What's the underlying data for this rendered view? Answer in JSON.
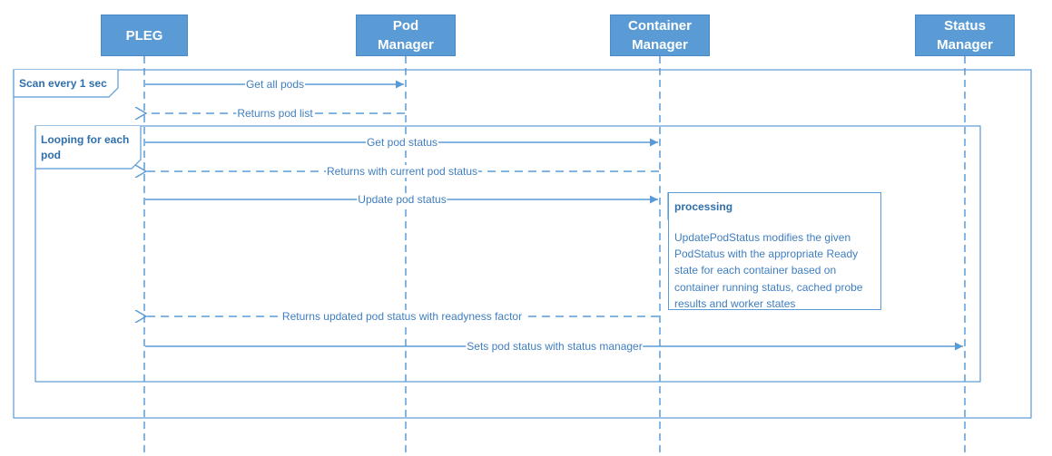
{
  "lifelines": [
    {
      "id": "pleg",
      "label": "PLEG"
    },
    {
      "id": "pod-manager",
      "label": "Pod\nManager"
    },
    {
      "id": "container-manager",
      "label": "Container\nManager"
    },
    {
      "id": "status-manager",
      "label": "Status\nManager"
    }
  ],
  "frames": {
    "outer_label": "Scan every 1 sec",
    "inner_label": "Looping for each\npod"
  },
  "messages": [
    {
      "label": "Get all pods",
      "from": "pleg",
      "to": "pod-manager",
      "style": "solid"
    },
    {
      "label": "Returns pod list",
      "from": "pod-manager",
      "to": "pleg",
      "style": "dashed"
    },
    {
      "label": "Get pod status",
      "from": "pleg",
      "to": "container-manager",
      "style": "solid"
    },
    {
      "label": "Returns with current pod status",
      "from": "container-manager",
      "to": "pleg",
      "style": "dashed"
    },
    {
      "label": "Update pod status",
      "from": "pleg",
      "to": "container-manager",
      "style": "solid"
    },
    {
      "label": "Returns updated pod status with readyness factor",
      "from": "container-manager",
      "to": "pleg",
      "style": "dashed"
    },
    {
      "label": "Sets pod status with status manager",
      "from": "pleg",
      "to": "status-manager",
      "style": "solid"
    }
  ],
  "note": {
    "title": "processing",
    "text": "UpdatePodStatus modifies the given PodStatus with the appropriate Ready state for each container based on container running status, cached probe results and worker states"
  },
  "colors": {
    "accent": "#5b9bd5",
    "text": "#3f7ec0",
    "header_text": "#ffffff"
  }
}
